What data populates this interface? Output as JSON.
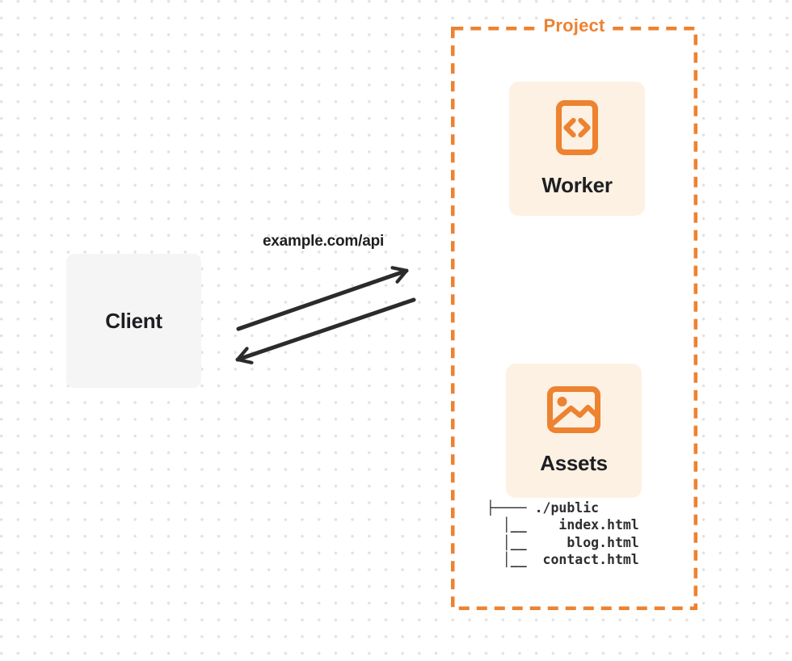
{
  "colors": {
    "accent": "#ED8230",
    "card_bg": "#FCF1E3",
    "client_bg": "#F5F5F6",
    "ink": "#1E1F22",
    "arrow": "#2B2B2B",
    "dot": "#E2E2E2",
    "paper": "#FFFFFF"
  },
  "client": {
    "label": "Client"
  },
  "request": {
    "url_label": "example.com/api"
  },
  "project": {
    "label": "Project",
    "worker": {
      "label": "Worker",
      "icon": "code-file-icon"
    },
    "assets": {
      "label": "Assets",
      "icon": "image-icon"
    },
    "file_tree": {
      "root": "./public",
      "files": [
        "index.html",
        "blog.html",
        "contact.html"
      ],
      "ascii": "├──── ./public\n  │__    index.html\n  │__     blog.html\n  │__  contact.html"
    }
  }
}
